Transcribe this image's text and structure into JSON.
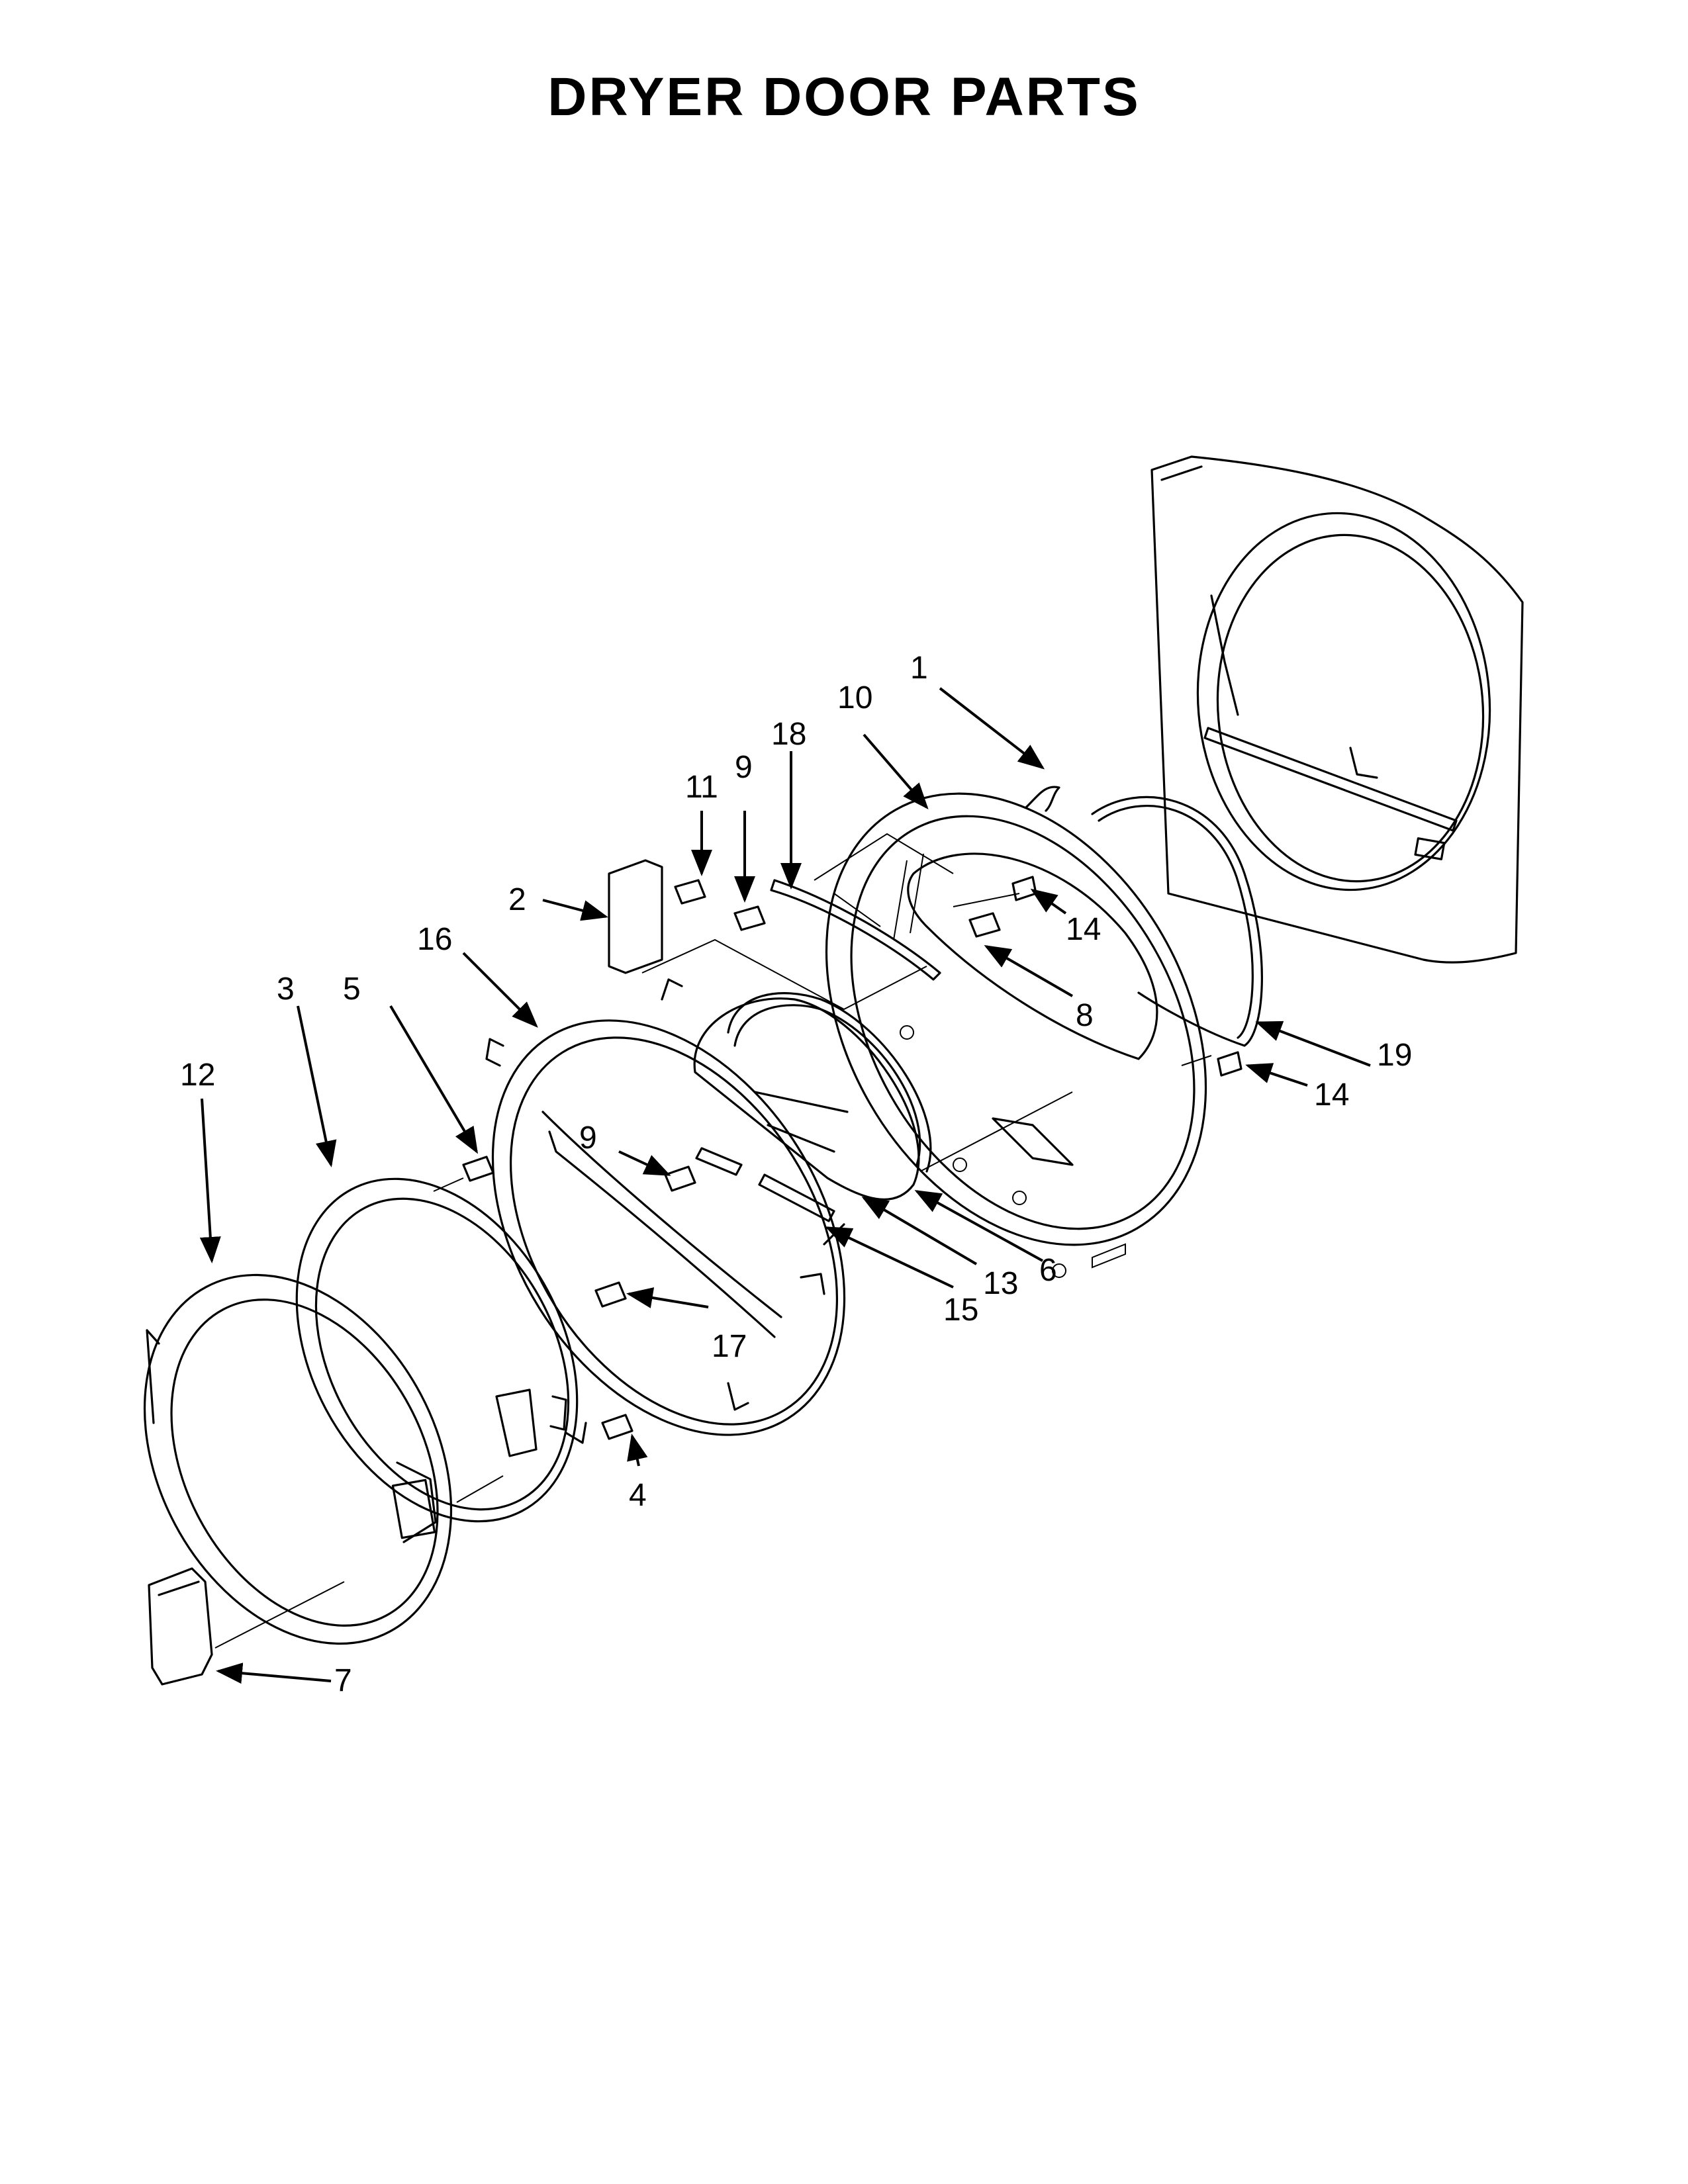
{
  "title": "DRYER DOOR PARTS",
  "callouts": [
    "1",
    "2",
    "3",
    "4",
    "5",
    "6",
    "7",
    "8",
    "9",
    "9",
    "10",
    "11",
    "12",
    "13",
    "14",
    "14",
    "15",
    "16",
    "17",
    "18",
    "19"
  ]
}
